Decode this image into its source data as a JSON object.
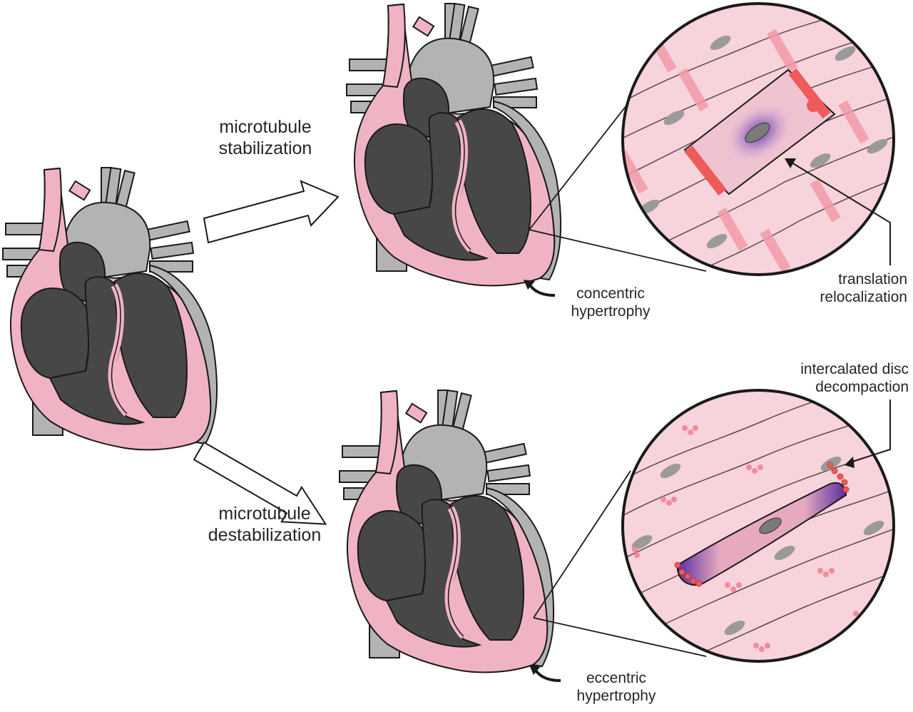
{
  "labels": {
    "stabilization_line1": "microtubule",
    "stabilization_line2": "stabilization",
    "destabilization_line1": "microtubule",
    "destabilization_line2": "destabilization",
    "concentric_line1": "concentric",
    "concentric_line2": "hypertrophy",
    "eccentric_line1": "eccentric",
    "eccentric_line2": "hypertrophy",
    "translation_line1": "translation",
    "translation_line2": "relocalization",
    "disc_line1": "intercalated disc",
    "disc_line2": "decompaction"
  },
  "colors": {
    "myocardium_pink": "#f0b3c4",
    "chamber_dark": "#474747",
    "vessel_gray": "#b3b3b3",
    "outline": "#1a1a1a",
    "tissue_pink": "#f7d3dc",
    "disc_red": "#ef5a5a",
    "cell_purple": "#6a3fa5",
    "nucleus_gray": "#8a8a8a"
  }
}
